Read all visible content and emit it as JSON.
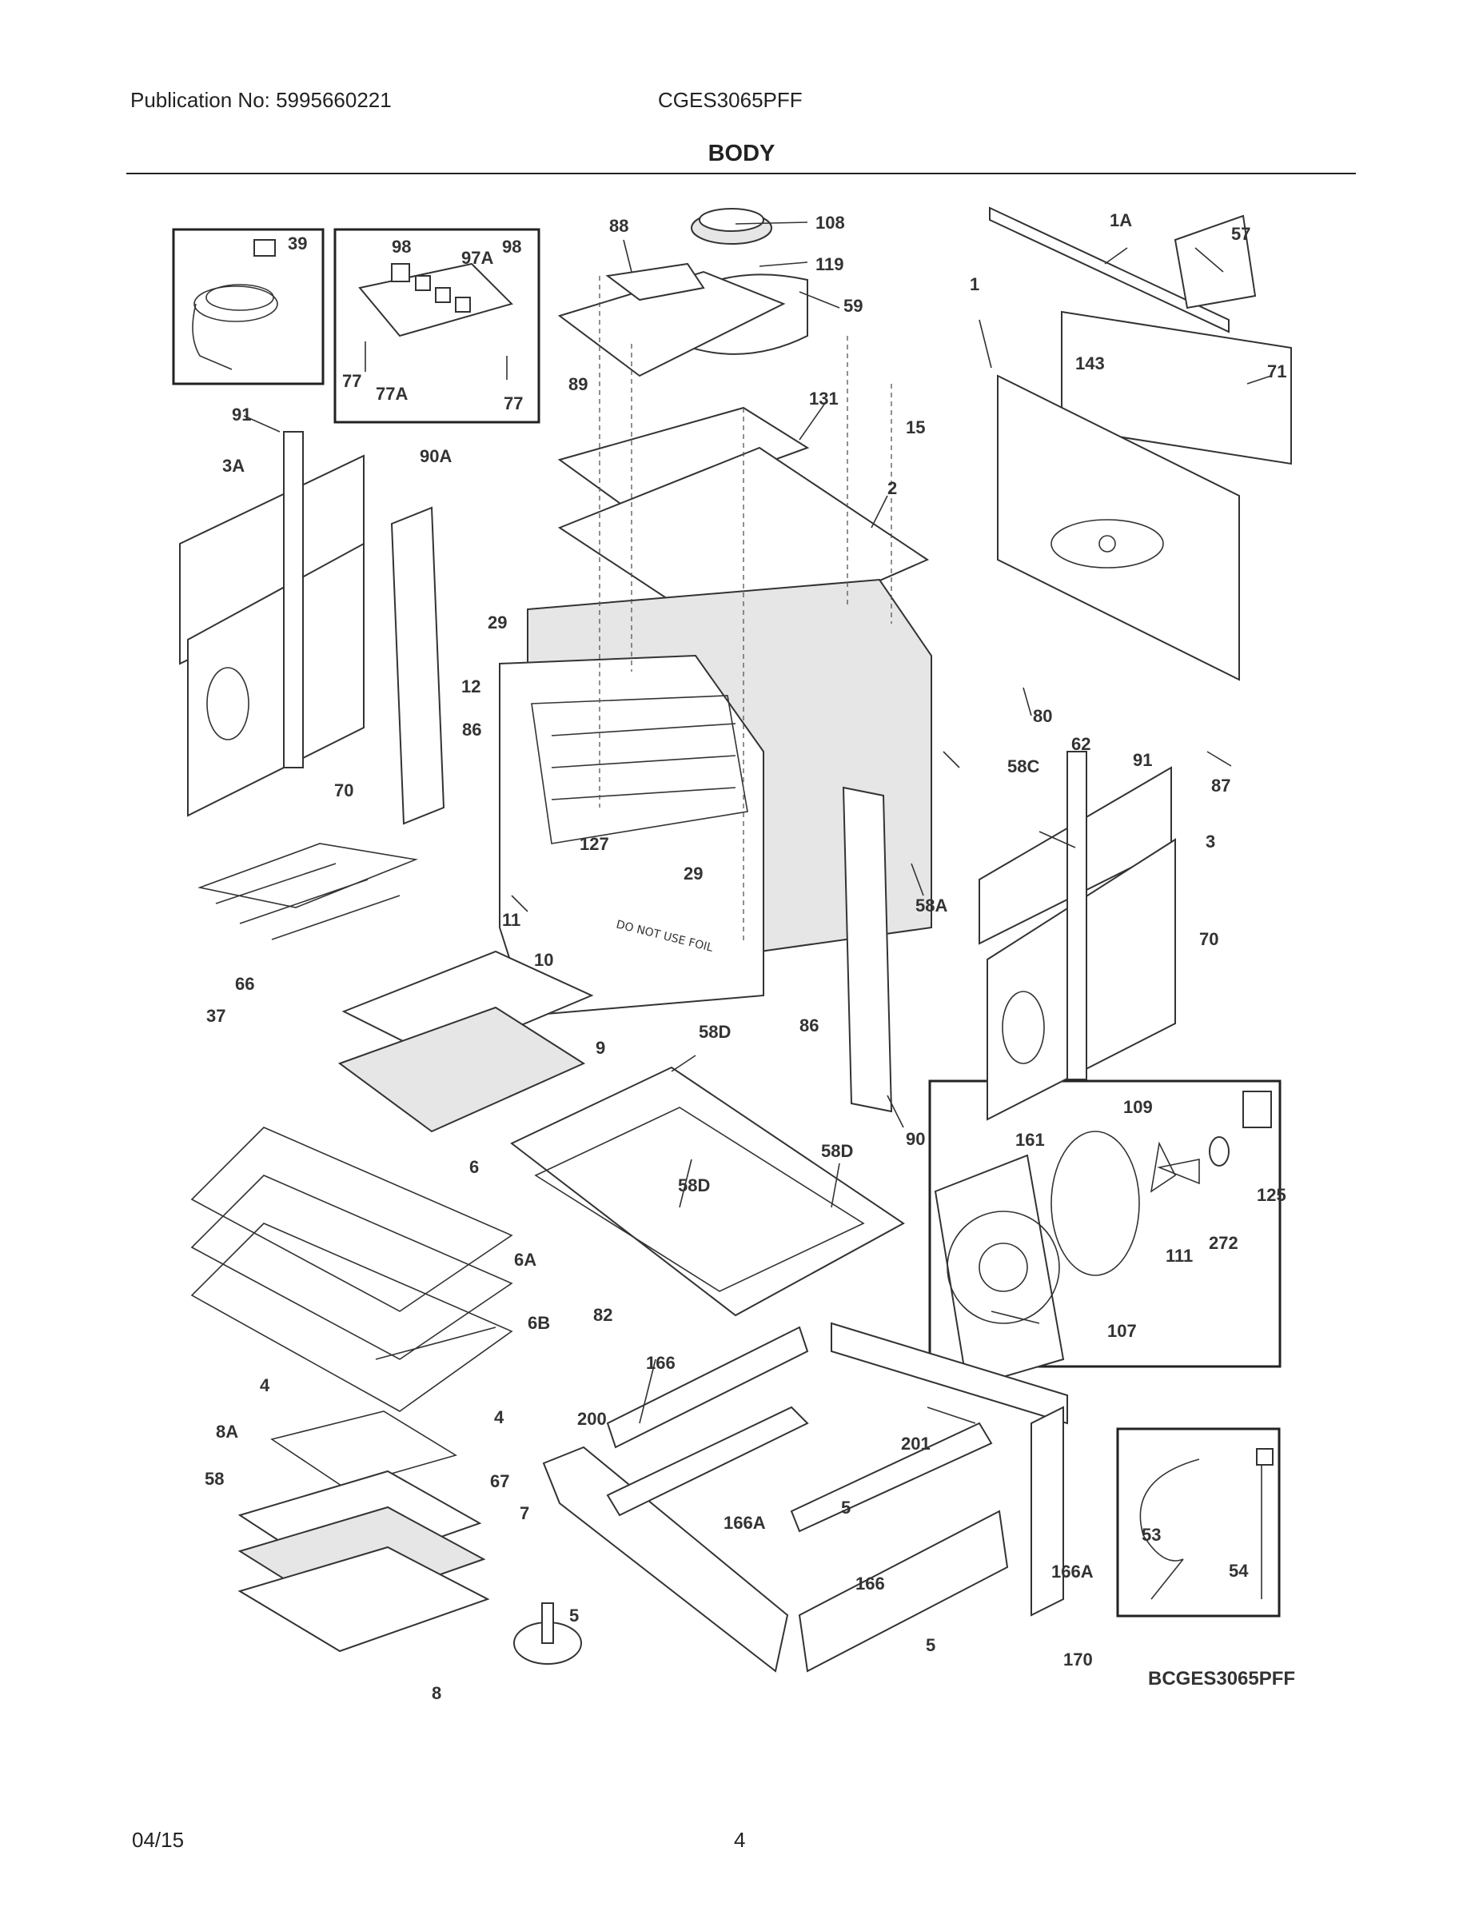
{
  "header": {
    "publication": "Publication No: 5995660221",
    "model": "CGES3065PFF",
    "title": "BODY"
  },
  "diagram": {
    "reference_code": "BCGES3065PFF",
    "callouts": [
      "39",
      "98",
      "97A",
      "98",
      "77",
      "77A",
      "77",
      "88",
      "108",
      "119",
      "59",
      "1A",
      "57",
      "1",
      "143",
      "71",
      "91",
      "3A",
      "90A",
      "89",
      "131",
      "15",
      "2",
      "29",
      "12",
      "86",
      "70",
      "80",
      "62",
      "58C",
      "91",
      "87",
      "3",
      "127",
      "29",
      "11",
      "58A",
      "70",
      "66",
      "10",
      "86",
      "37",
      "9",
      "58D",
      "90",
      "109",
      "161",
      "125",
      "6",
      "58D",
      "58D",
      "272",
      "111",
      "6A",
      "82",
      "107",
      "6B",
      "4",
      "166",
      "4",
      "8A",
      "200",
      "201",
      "58",
      "67",
      "5",
      "7",
      "166A",
      "53",
      "54",
      "166",
      "166A",
      "5",
      "5",
      "170",
      "8"
    ]
  },
  "footer": {
    "date": "04/15",
    "page": "4"
  }
}
